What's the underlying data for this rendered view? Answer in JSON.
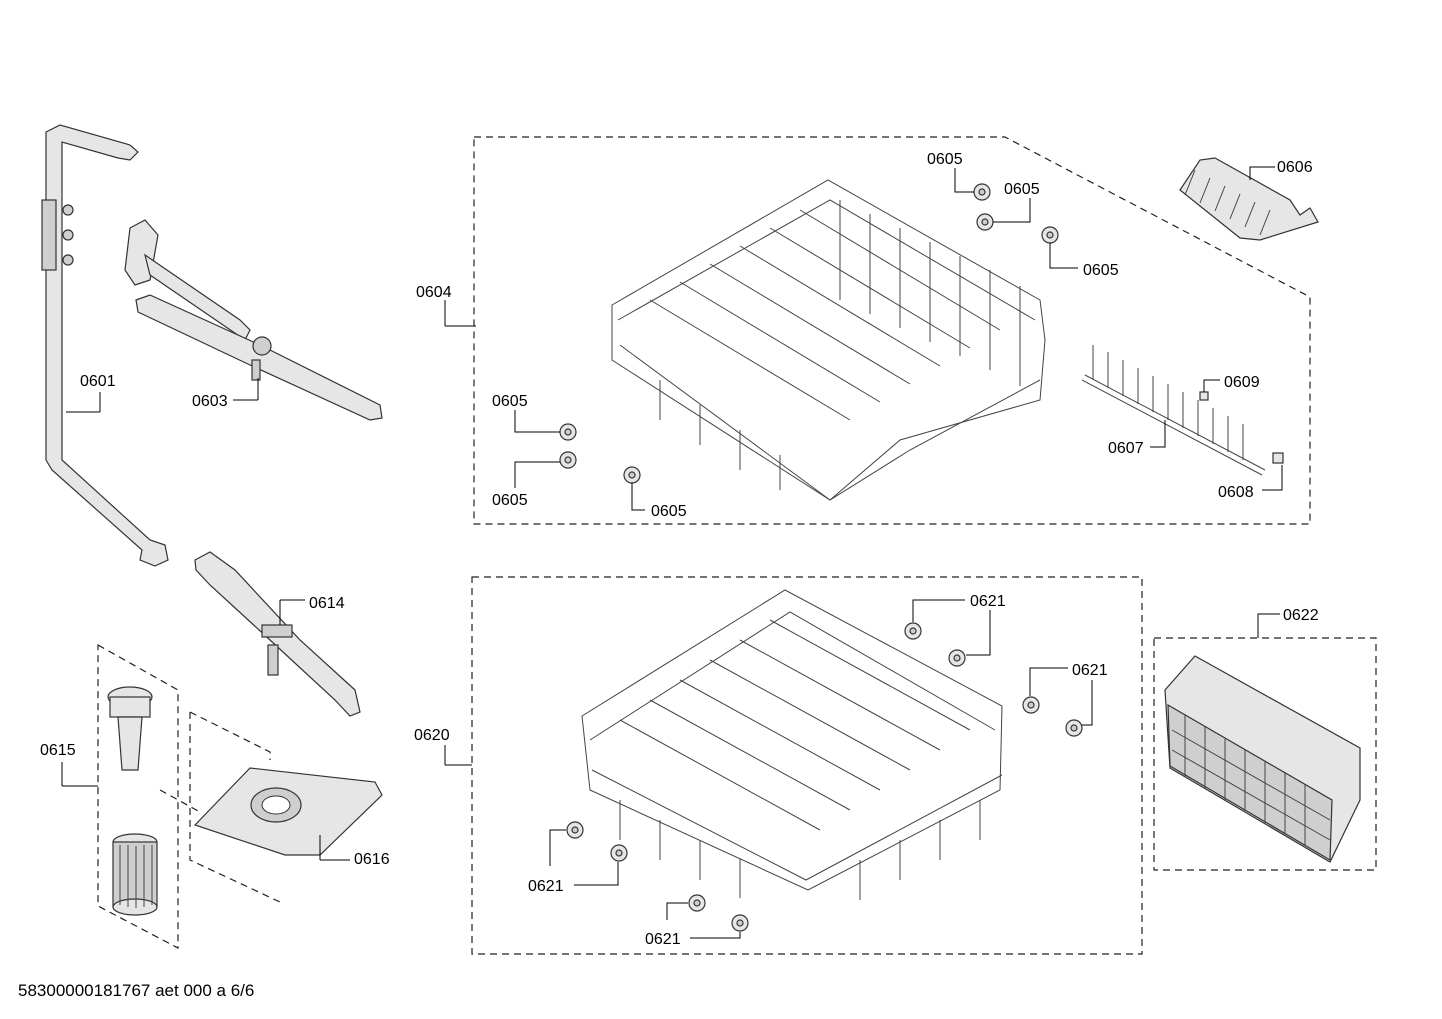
{
  "labels": {
    "l0601": "0601",
    "l0603": "0603",
    "l0604": "0604",
    "l0605_a": "0605",
    "l0605_b": "0605",
    "l0605_c": "0605",
    "l0605_d": "0605",
    "l0605_e": "0605",
    "l0605_f": "0605",
    "l0606": "0606",
    "l0607": "0607",
    "l0608": "0608",
    "l0609": "0609",
    "l0614": "0614",
    "l0615": "0615",
    "l0616": "0616",
    "l0620": "0620",
    "l0621_a": "0621",
    "l0621_b": "0621",
    "l0621_c": "0621",
    "l0621_d": "0621",
    "l0622": "0622"
  },
  "footer": {
    "doc_id": "58300000181767 aet 000 a 6/6"
  }
}
